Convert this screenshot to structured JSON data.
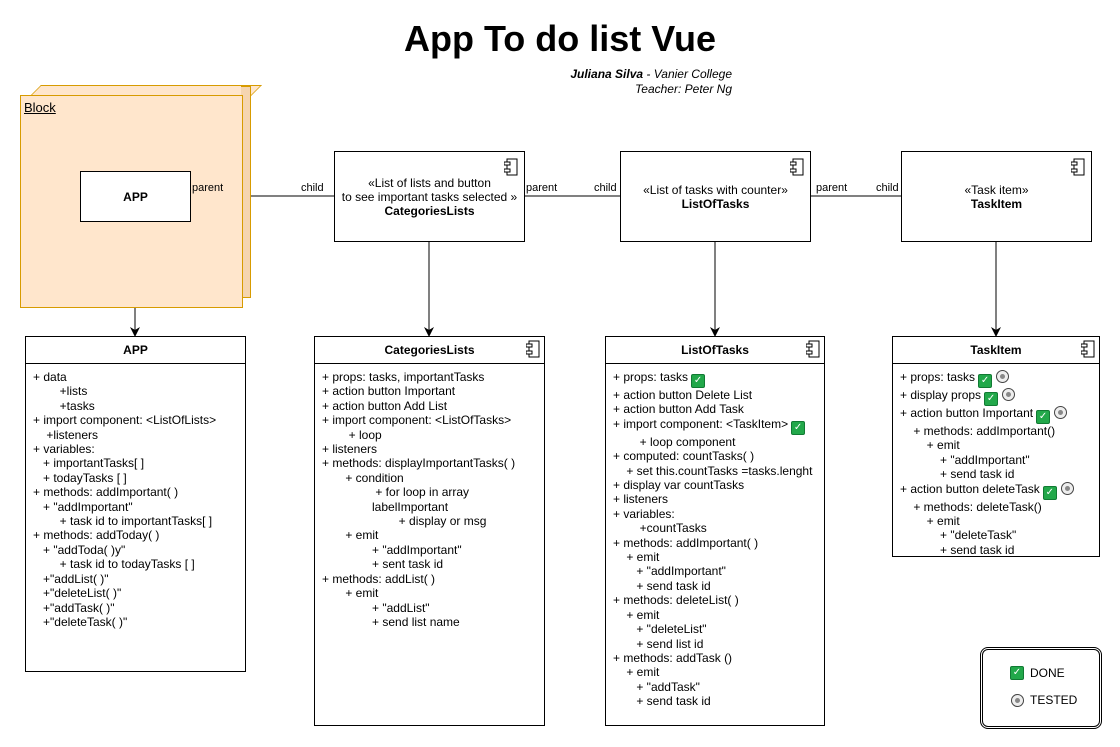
{
  "title": "App To do list Vue",
  "author": {
    "name": "Juliana Silva",
    "separator": " - ",
    "school": "Vanier College"
  },
  "teacher": "Teacher: Peter Ng",
  "block_label": "Block",
  "app_node": "APP",
  "categories_node": {
    "stereotype_line1": "«List of lists and button",
    "stereotype_line2": "to see important tasks selected »",
    "name": "CategoriesLists"
  },
  "listoftasks_node": {
    "stereotype": "«List of tasks with counter»",
    "name": "ListOfTasks"
  },
  "taskitem_node": {
    "stereotype": "«Task item»",
    "name": "TaskItem"
  },
  "edges": [
    {
      "from_label": "parent",
      "to_label": "child"
    },
    {
      "from_label": "parent",
      "to_label": "child"
    },
    {
      "from_label": "parent",
      "to_label": "child"
    }
  ],
  "classes": {
    "app": {
      "name": "APP",
      "lines": [
        "+ data",
        "        +lists",
        "        +tasks",
        "+ import component: <ListOfLists>",
        "    +listeners",
        "+ variables:",
        "   + importantTasks[ ]",
        "   + todayTasks [ ]",
        "+ methods: addImportant( )",
        "   + \"addImportant\"",
        "        + task id to importantTasks[ ]",
        "+ methods: addToday( )",
        "   + \"addToda( )y\"",
        "        + task id to todayTasks [ ]",
        "   +\"addList( )\"",
        "   +\"deleteList( )\"",
        "   +\"addTask( )\"",
        "   +\"deleteTask( )\""
      ]
    },
    "categories": {
      "name": "CategoriesLists",
      "lines": [
        "+ props: tasks, importantTasks",
        "+ action button Important",
        "+ action button Add List",
        "+ import component: <ListOfTasks>",
        "        + loop",
        "+ listeners",
        "+ methods: displayImportantTasks( )",
        "       + condition",
        "                + for loop in array",
        "               labelImportant",
        "                       + display or msg",
        "       + emit",
        "               + \"addImportant\"",
        "               + sent task id",
        "+ methods: addList( )",
        "       + emit",
        "               + \"addList\"",
        "               + send list name"
      ]
    },
    "listoftasks": {
      "name": "ListOfTasks",
      "lines": [
        "+ props: tasks",
        "+ action button Delete List",
        "+ action button Add Task",
        "+ import component: <TaskItem>",
        "        + loop component",
        "+ computed: countTasks( )",
        "    + set this.countTasks =tasks.lenght",
        "+ display var countTasks",
        "+ listeners",
        "+ variables:",
        "        +countTasks",
        "+ methods: addImportant( )",
        "    + emit",
        "       + \"addImportant\"",
        "       + send task id",
        "+ methods: deleteList( )",
        "    + emit",
        "       + \"deleteList\"",
        "       + send list id",
        "+ methods: addTask ()",
        "    + emit",
        "       + \"addTask\"",
        "       + send task id"
      ],
      "done_lines": [
        0,
        3
      ]
    },
    "taskitem": {
      "name": "TaskItem",
      "lines": [
        "+ props: tasks",
        "+ display props",
        "+ action button Important",
        "    + methods: addImportant()",
        "        + emit",
        "            + \"addImportant\"",
        "            + send task id",
        "+ action button deleteTask",
        "    + methods: deleteTask()",
        "        + emit",
        "            + \"deleteTask\"",
        "            + send task id"
      ],
      "done_lines": [
        0,
        1,
        2,
        7
      ],
      "tested_lines": [
        0,
        1,
        2,
        7
      ]
    }
  },
  "legend": {
    "done": "DONE",
    "tested": "TESTED"
  }
}
